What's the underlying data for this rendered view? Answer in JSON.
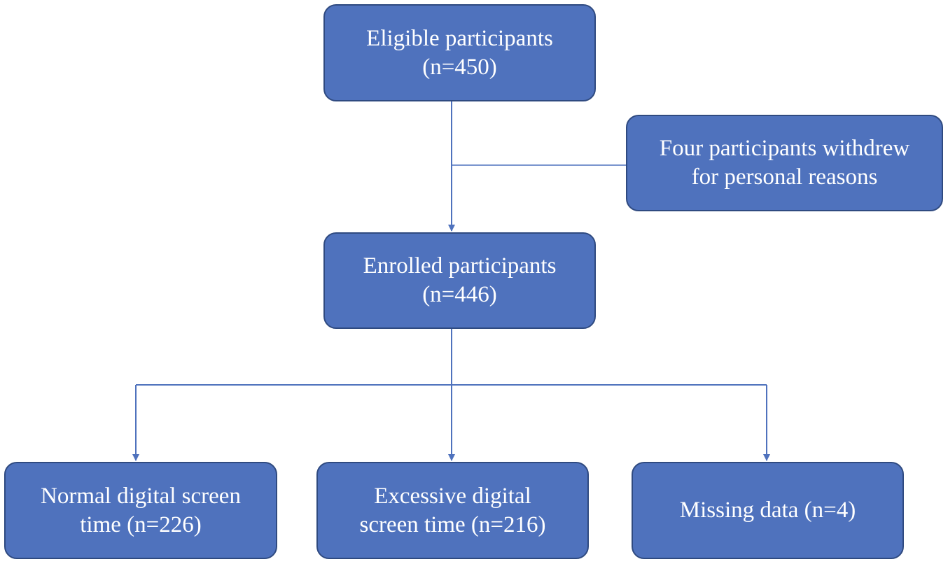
{
  "nodes": {
    "eligible": {
      "line1": "Eligible participants",
      "line2": "(n=450)"
    },
    "withdrew": {
      "line1": "Four participants withdrew",
      "line2": "for personal reasons"
    },
    "enrolled": {
      "line1": "Enrolled participants",
      "line2": "(n=446)"
    },
    "normal": {
      "line1": "Normal digital screen",
      "line2": "time (n=226)"
    },
    "excessive": {
      "line1": "Excessive digital",
      "line2": "screen time (n=216)"
    },
    "missing": {
      "line1": "Missing data (n=4)"
    }
  },
  "colors": {
    "box_fill": "#4f72bd",
    "box_border": "#2f4a80",
    "connector": "#4f72bd",
    "text": "#ffffff"
  }
}
